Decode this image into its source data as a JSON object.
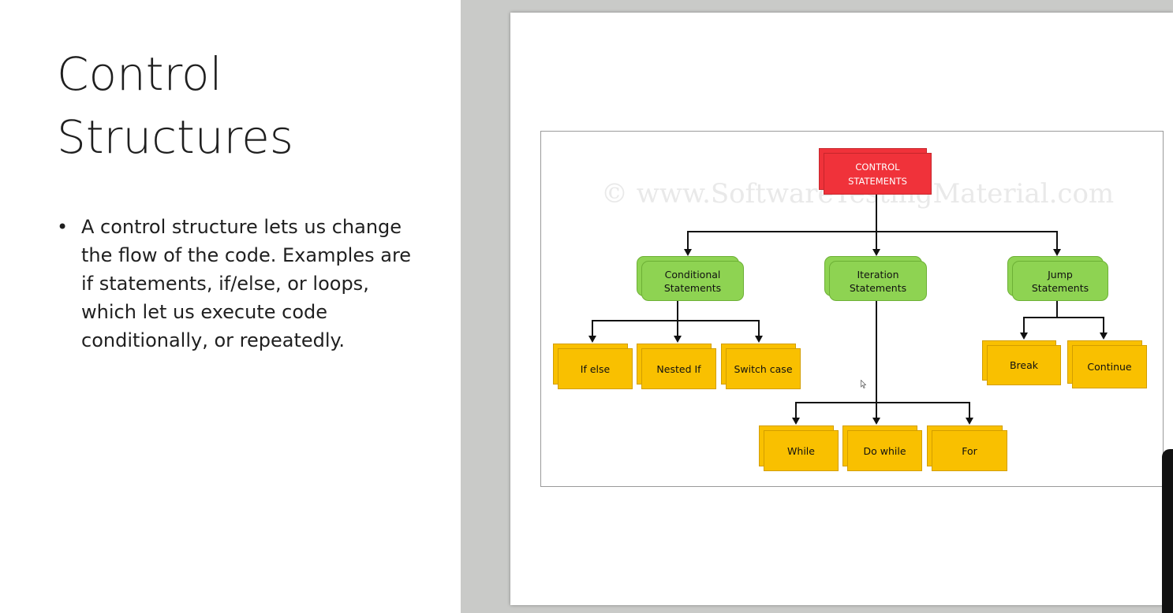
{
  "slide": {
    "title_line1": "Control",
    "title_line2": "Structures",
    "bullet_marker": "•",
    "bullets": [
      "A control structure lets us change the flow of the code. Examples are if statements, if/else, or loops, which let us execute code conditionally, or repeatedly."
    ]
  },
  "diagram": {
    "watermark": "© www.SoftwareTestingMaterial.com",
    "root": {
      "line1": "CONTROL",
      "line2": "STATEMENTS"
    },
    "categories": [
      {
        "line1": "Conditional",
        "line2": "Statements"
      },
      {
        "line1": "Iteration",
        "line2": "Statements"
      },
      {
        "line1": "Jump",
        "line2": "Statements"
      }
    ],
    "conditional_items": [
      "If else",
      "Nested If",
      "Switch case"
    ],
    "iteration_items": [
      "While",
      "Do while",
      "For"
    ],
    "jump_items": [
      "Break",
      "Continue"
    ]
  },
  "colors": {
    "root": "#f0323a",
    "category": "#8ed352",
    "leaf": "#f9c000",
    "viewer_background": "#c9cac8"
  }
}
